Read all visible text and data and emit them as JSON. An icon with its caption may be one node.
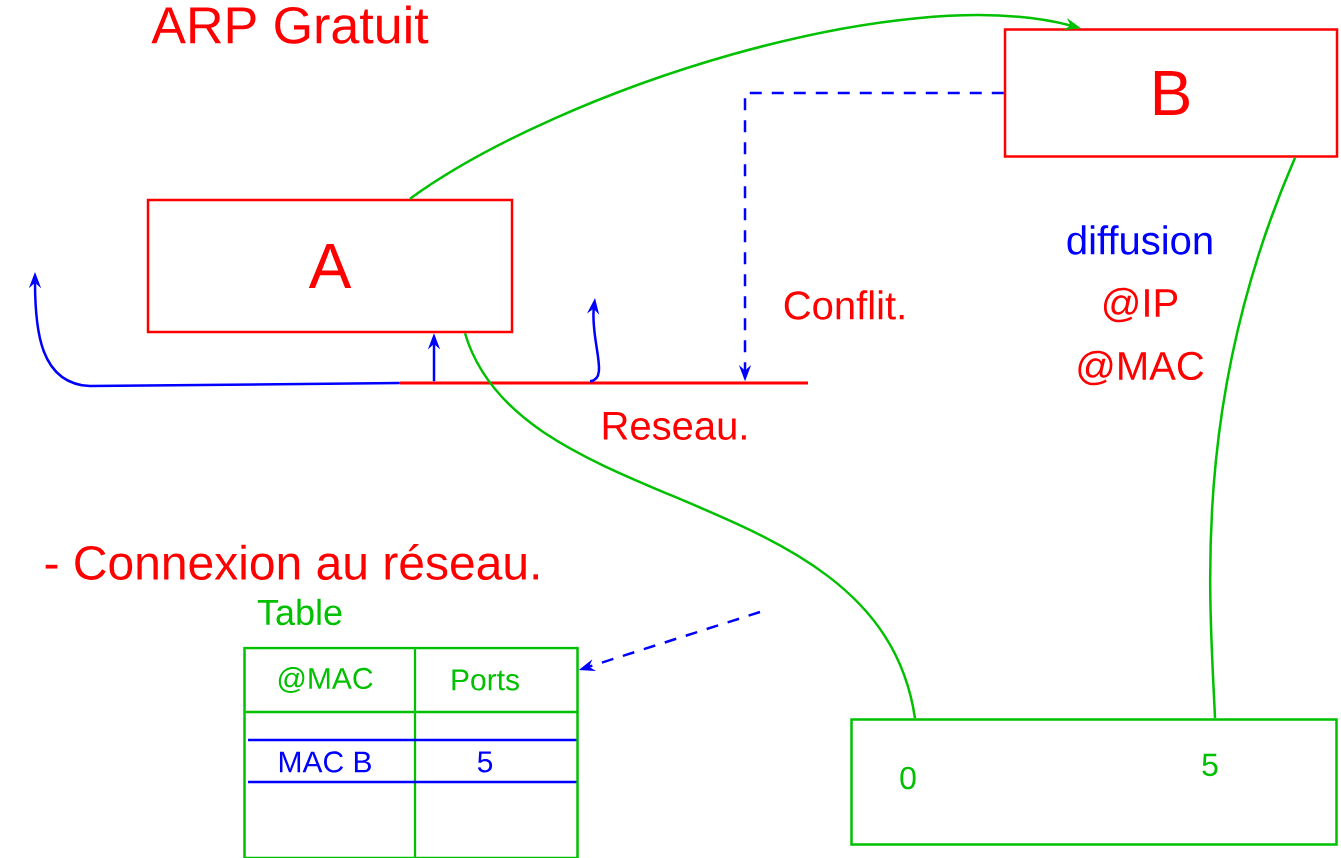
{
  "diagram": {
    "title": "ARP Gratuit",
    "nodes": [
      {
        "text": [
          "A"
        ]
      },
      {
        "text": [
          "B"
        ]
      },
      {
        "text": [],
        "shape": "bar",
        "beside": [
          "Reseau."
        ]
      },
      {
        "text": [
          "0",
          "5"
        ]
      },
      {
        "text": [
          "Table"
        ]
      }
    ],
    "edges": [
      {
        "from": 0,
        "to": 1,
        "arrow": "to",
        "color": "#00c000"
      },
      {
        "from": 1,
        "to": 2,
        "arrow": "to",
        "label": "Conflit.",
        "style": "dashed"
      },
      {
        "from": 2,
        "to": 0,
        "arrow": "to"
      },
      {
        "from": 2,
        "to": null,
        "arrow": "to"
      },
      {
        "from": 2,
        "to": null,
        "arrow": "to"
      },
      {
        "from": 0,
        "to": 3,
        "arrow": "none",
        "color": "#00c000"
      },
      {
        "from": 1,
        "to": 3,
        "arrow": "none",
        "color": "#00c000"
      },
      {
        "from": null,
        "to": 4,
        "arrow": "to",
        "style": "dashed"
      }
    ],
    "labels": [
      "diffusion",
      "@IP",
      "@MAC",
      "- Connexion au réseau.",
      "@MAC",
      "Ports",
      "MAC B",
      "5"
    ]
  }
}
